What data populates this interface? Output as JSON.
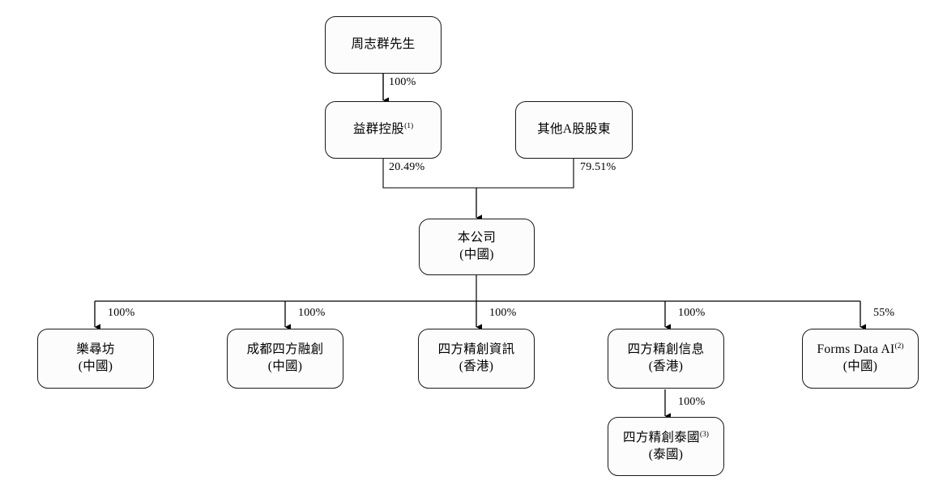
{
  "diagram": {
    "type": "organization-ownership-chart",
    "nodes": [
      {
        "id": "chairman",
        "line1": "周志群先生",
        "line2": "",
        "sup": ""
      },
      {
        "id": "yiqun-holdings",
        "line1": "益群控股",
        "line2": "",
        "sup": "(1)"
      },
      {
        "id": "other-a-share-holders",
        "line1": "其他A股股東",
        "line2": "",
        "sup": ""
      },
      {
        "id": "company",
        "line1": "本公司",
        "line2": "(中國)",
        "sup": ""
      },
      {
        "id": "lexunfang",
        "line1": "樂尋坊",
        "line2": "(中國)",
        "sup": ""
      },
      {
        "id": "chengdu-sifang-rongchuang",
        "line1": "成都四方融創",
        "line2": "(中國)",
        "sup": ""
      },
      {
        "id": "sinosoft-info-hk",
        "line1": "四方精創資訊",
        "line2": "(香港)",
        "sup": ""
      },
      {
        "id": "sinosoft-xinxi-hk",
        "line1": "四方精創信息",
        "line2": "(香港)",
        "sup": ""
      },
      {
        "id": "forms-data-ai",
        "line1": "Forms Data AI",
        "line2": "(中國)",
        "sup": "(2)"
      },
      {
        "id": "sinosoft-thailand",
        "line1": "四方精創泰國",
        "line2": "(泰國)",
        "sup": "(3)"
      }
    ],
    "edge_labels": {
      "chairman_to_yiqun": "100%",
      "yiqun_to_company": "20.49%",
      "others_to_company": "79.51%",
      "company_to_lexunfang": "100%",
      "company_to_chengdu": "100%",
      "company_to_sinosoft_info": "100%",
      "company_to_sinosoft_xinxi": "100%",
      "company_to_forms_data_ai": "55%",
      "xinxi_to_thailand": "100%"
    },
    "colors": {
      "node_border": "#1a1a1a",
      "node_fill": "#fbfcfb",
      "edge_line": "#000000",
      "text": "#000000",
      "background": "#ffffff"
    }
  }
}
